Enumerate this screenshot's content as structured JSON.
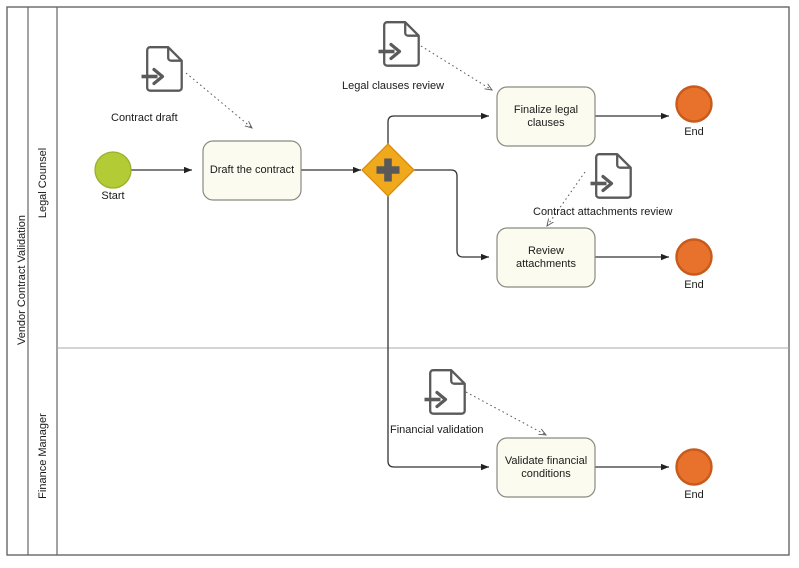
{
  "diagram": {
    "type": "bpmn-process",
    "pool": {
      "name": "Vendor Contract Validation"
    },
    "lanes": [
      {
        "id": "lane-legal",
        "name": "Legal Counsel"
      },
      {
        "id": "lane-finance",
        "name": "Finance Manager"
      }
    ],
    "colors": {
      "task_fill": "#FCFBEF",
      "task_stroke": "#8A8A82",
      "start_fill": "#B3CC35",
      "start_stroke": "#9AB02C",
      "end_fill": "#E8722C",
      "end_stroke": "#C85A1B",
      "gateway_fill": "#F0A91C",
      "gateway_stroke": "#D98E0B",
      "gateway_symbol": "#595959",
      "flow_stroke": "#333333",
      "data_stroke": "#5A5A5A",
      "pool_stroke": "#666666",
      "lane_stroke": "#AAAAAA"
    },
    "events": [
      {
        "id": "start-1",
        "kind": "start-event",
        "label": "Start"
      },
      {
        "id": "end-1",
        "kind": "end-event",
        "label": "End"
      },
      {
        "id": "end-2",
        "kind": "end-event",
        "label": "End"
      },
      {
        "id": "end-3",
        "kind": "end-event",
        "label": "End"
      }
    ],
    "gateways": [
      {
        "id": "gw-1",
        "kind": "parallel-gateway",
        "label": ""
      }
    ],
    "tasks": [
      {
        "id": "task-draft",
        "label": "Draft the contract",
        "lane": "lane-legal"
      },
      {
        "id": "task-finalize",
        "label": "Finalize legal clauses",
        "lane": "lane-legal"
      },
      {
        "id": "task-review",
        "label": "Review attachments",
        "lane": "lane-legal"
      },
      {
        "id": "task-validate",
        "label": "Validate financial conditions",
        "lane": "lane-finance"
      }
    ],
    "data_objects": [
      {
        "id": "data-contract-draft",
        "label": "Contract draft",
        "kind": "data-input"
      },
      {
        "id": "data-legal-clauses",
        "label": "Legal clauses review",
        "kind": "data-input"
      },
      {
        "id": "data-attachments",
        "label": "Contract attachments review",
        "kind": "data-input"
      },
      {
        "id": "data-financial",
        "label": "Financial validation",
        "kind": "data-input"
      }
    ]
  }
}
